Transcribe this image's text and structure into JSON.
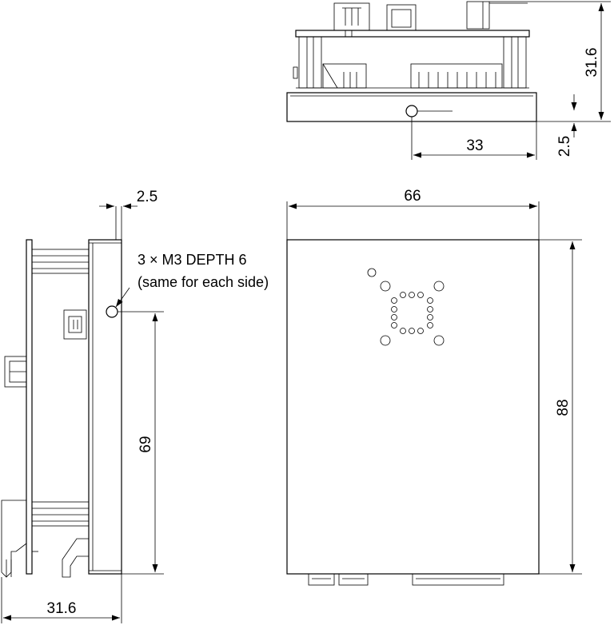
{
  "top_view": {
    "dim_height": "31.6",
    "dim_offset": "33",
    "dim_base": "2.5"
  },
  "side_view": {
    "dim_wall": "2.5",
    "dim_hole_height": "69",
    "dim_depth": "31.6",
    "note_line1": "3 × M3 DEPTH 6",
    "note_line2": "(same for each side)"
  },
  "front_view": {
    "dim_width": "66",
    "dim_height": "88"
  }
}
